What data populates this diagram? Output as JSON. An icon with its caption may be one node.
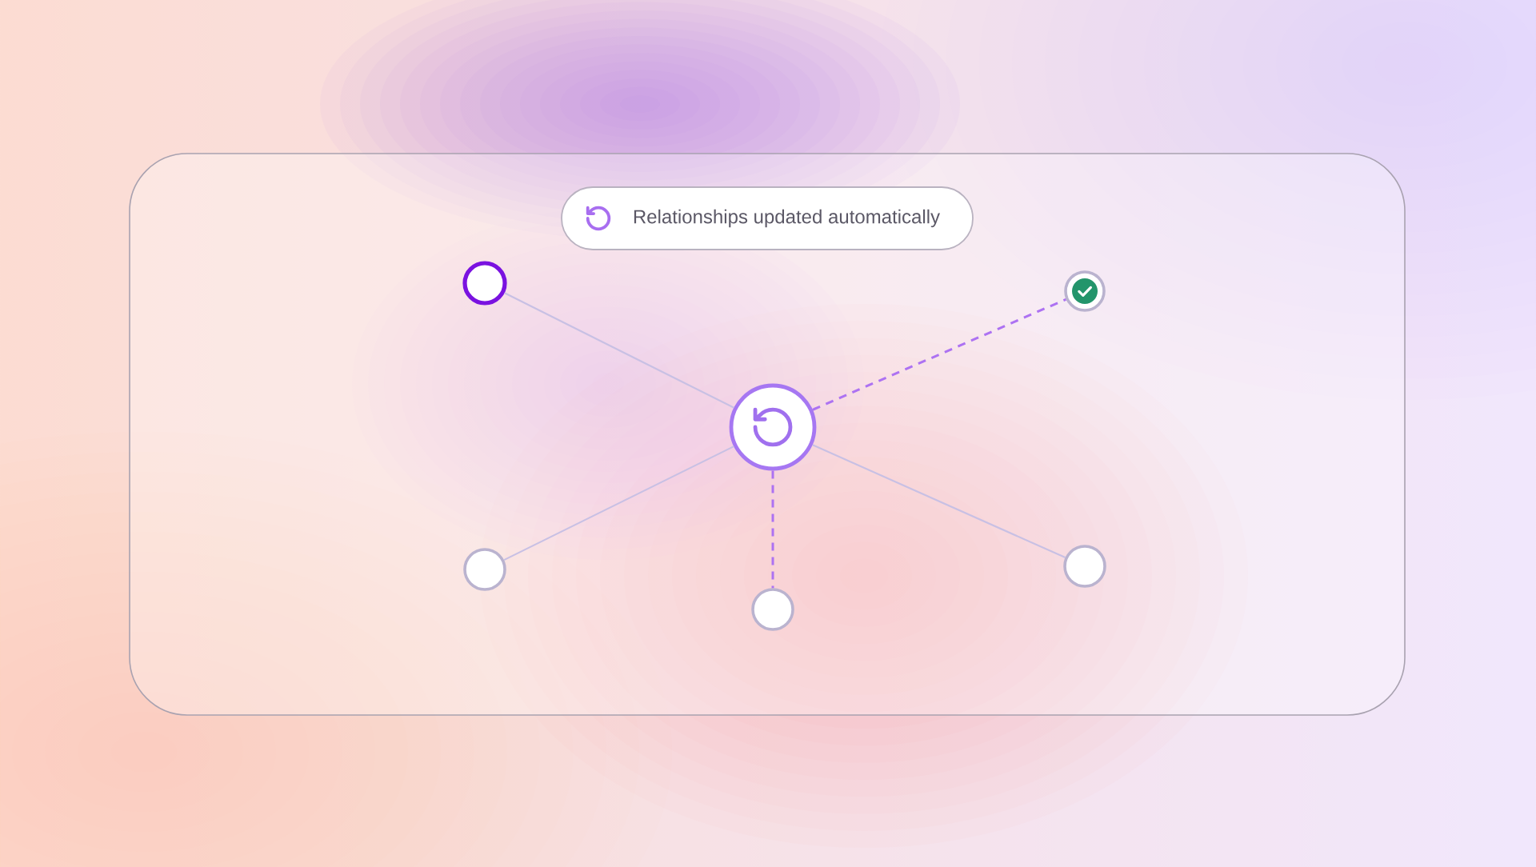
{
  "diagram": {
    "nodes": [
      {
        "text": [],
        "shape": "box"
      },
      {
        "text": [
          "Relationships updated automatically"
        ],
        "in": 0
      },
      {
        "text": [],
        "shape": "circle",
        "in": 0
      },
      {
        "text": [],
        "shape": "circle",
        "in": 0
      },
      {
        "text": [],
        "shape": "circle",
        "in": 0
      },
      {
        "text": [],
        "shape": "circle",
        "in": 0
      },
      {
        "text": [],
        "shape": "circle",
        "in": 0
      },
      {
        "text": [],
        "shape": "circle",
        "in": 0
      }
    ],
    "edges": [
      {
        "from": 4,
        "to": 2,
        "arrow": "none"
      },
      {
        "from": 4,
        "to": 3,
        "arrow": "none",
        "style": "dashed",
        "color": "#ad72f2"
      },
      {
        "from": 4,
        "to": 5,
        "arrow": "none"
      },
      {
        "from": 4,
        "to": 6,
        "arrow": "none",
        "style": "dashed",
        "color": "#ad72f2"
      },
      {
        "from": 4,
        "to": 7,
        "arrow": "none"
      }
    ]
  }
}
